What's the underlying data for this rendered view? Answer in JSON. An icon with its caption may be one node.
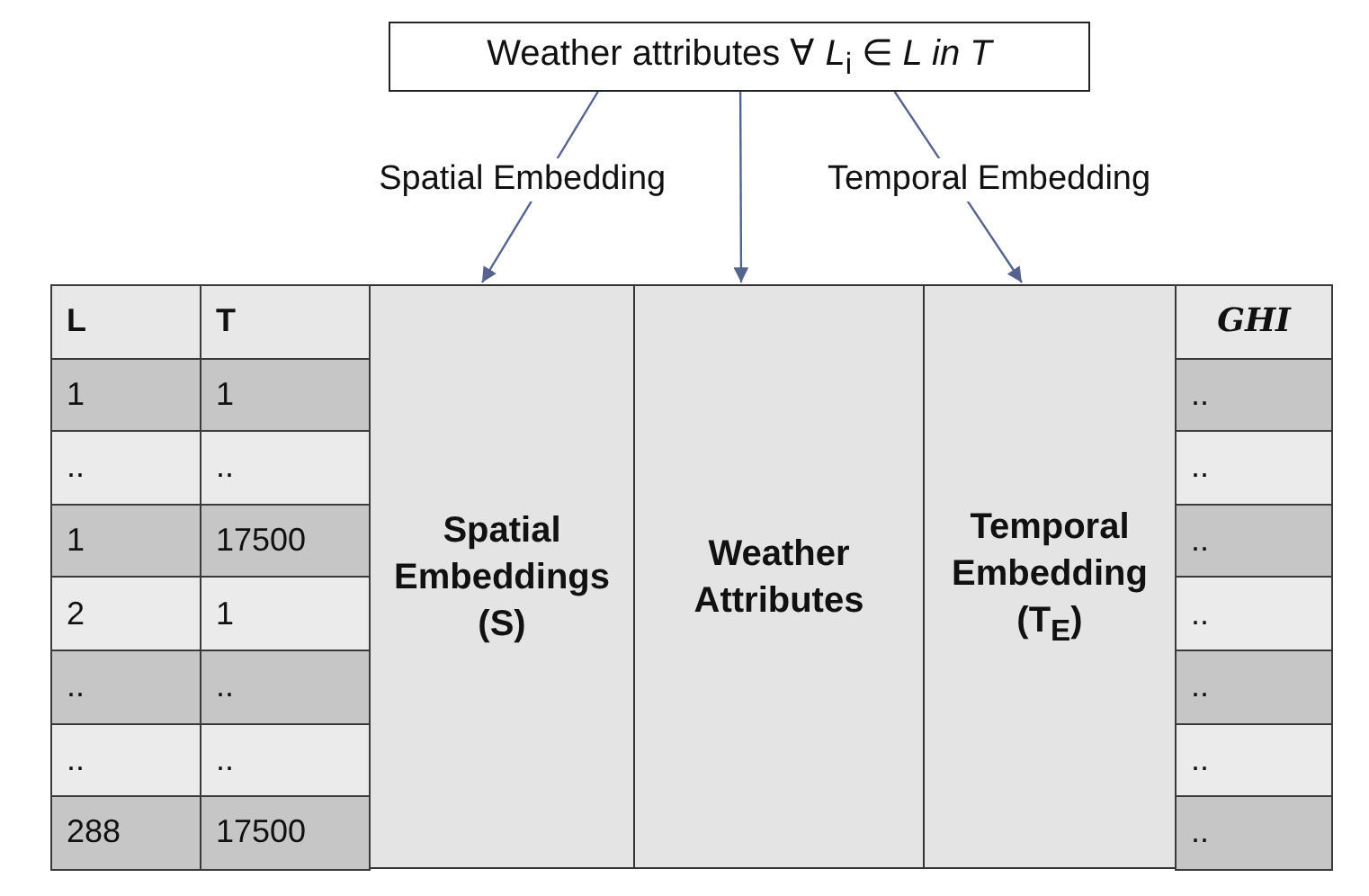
{
  "diagram": {
    "nodes": [
      {
        "text": [
          "Weather attributes ∀ *L*$_{i}$ ∈ *L in T*"
        ]
      },
      {
        "text": [
          "Spatial Embeddings (S)"
        ]
      },
      {
        "text": [
          "Weather Attributes"
        ]
      },
      {
        "text": [
          "Temporal Embedding (T$_{E}$)"
        ]
      }
    ],
    "edges": [
      {
        "from": 0,
        "to": 1,
        "arrow": "to",
        "label": "Spatial Embedding"
      },
      {
        "from": 0,
        "to": 2,
        "arrow": "to"
      },
      {
        "from": 0,
        "to": 3,
        "arrow": "to",
        "label": "Temporal Embedding"
      }
    ],
    "labels": [
      "L",
      "T",
      "GHI",
      "1",
      "1",
      "..",
      "..",
      "..",
      "..",
      "1",
      "17500",
      "..",
      "2",
      "1",
      "..",
      "..",
      "..",
      "..",
      "..",
      "..",
      "..",
      "288",
      "17500",
      ".."
    ]
  }
}
